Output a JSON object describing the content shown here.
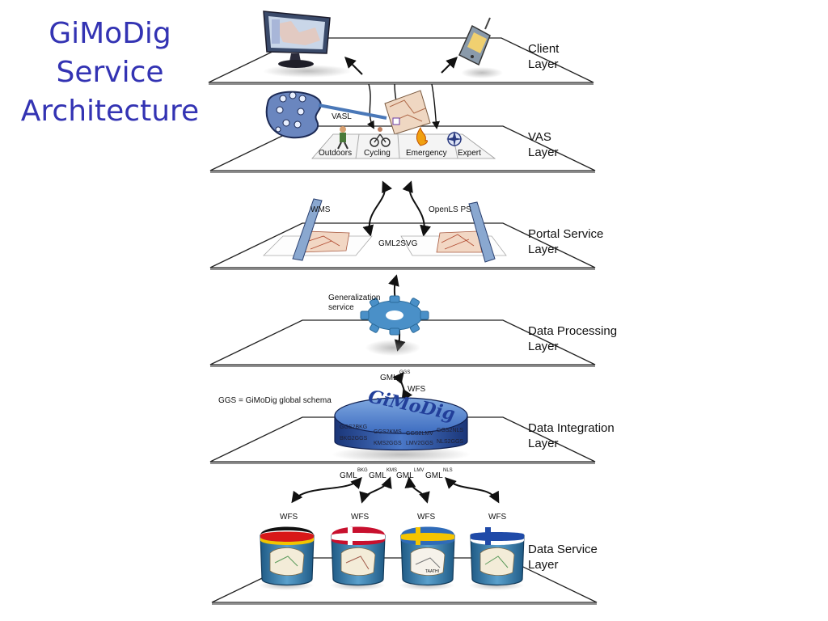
{
  "title": {
    "line1": "GiMoDig",
    "line2": "Service",
    "line3": "Architecture"
  },
  "colors": {
    "title": "#3333b3",
    "plane_stroke": "#222222",
    "gear": "#4a90c8",
    "database": "#1f3f8f",
    "drum": "#2d6d9a"
  },
  "layers": [
    {
      "id": "client",
      "line1": "Client",
      "line2": "Layer"
    },
    {
      "id": "vas",
      "line1": "VAS",
      "line2": "Layer"
    },
    {
      "id": "portal",
      "line1": "Portal Service",
      "line2": "Layer"
    },
    {
      "id": "processing",
      "line1": "Data Processing",
      "line2": "Layer"
    },
    {
      "id": "integration",
      "line1": "Data Integration",
      "line2": "Layer"
    },
    {
      "id": "service",
      "line1": "Data Service",
      "line2": "Layer"
    }
  ],
  "vas": {
    "vasl": "VASL",
    "tabs": [
      "Outdoors",
      "Cycling",
      "Emergency",
      "Expert"
    ]
  },
  "portal": {
    "wms": "WMS",
    "openls": "OpenLS PS",
    "gml2svg": "GML2SVG"
  },
  "processing": {
    "service_line1": "Generalization",
    "service_line2": "service"
  },
  "integration": {
    "gml": "GML",
    "gml_sup": "GGS",
    "wfs": "WFS",
    "note": "GGS = GiMoDig global schema",
    "db_brand": "GiMoDig",
    "mappings": [
      "GGS2BKG",
      "GGS2KMS",
      "GGS2LMV",
      "GGS2NLS",
      "BKG2GGS",
      "KMS2GGS",
      "LMV2GGS",
      "NLS2GGS"
    ]
  },
  "service": {
    "gml_labels": [
      {
        "base": "GML",
        "sup": "BKG"
      },
      {
        "base": "GML",
        "sup": "KMS"
      },
      {
        "base": "GML",
        "sup": "LMV"
      },
      {
        "base": "GML",
        "sup": "NLS"
      }
    ],
    "wfs_labels": [
      "WFS",
      "WFS",
      "WFS",
      "WFS"
    ],
    "map_text": "TAATHI"
  },
  "icons": [
    "desktop-monitor-icon",
    "mobile-device-icon",
    "palette-icon",
    "map-document-icon",
    "hiker-icon",
    "cyclist-icon",
    "fire-icon",
    "compass-icon",
    "gear-icon",
    "database-icon",
    "flag-germany-icon",
    "flag-denmark-icon",
    "flag-sweden-icon",
    "flag-finland-icon"
  ]
}
